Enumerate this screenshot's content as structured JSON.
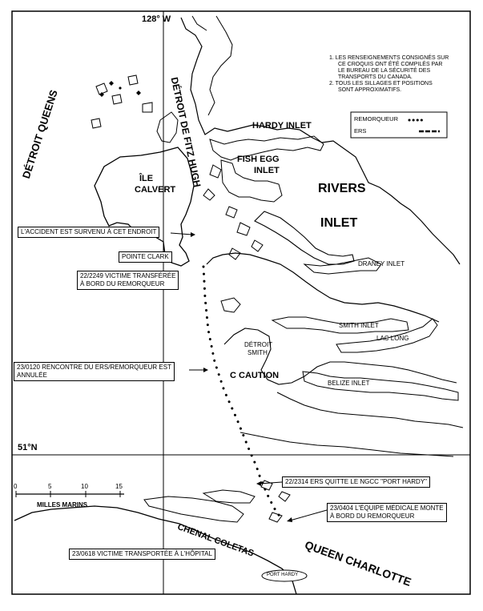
{
  "meridian": "128° W",
  "parallel": "51°N",
  "notes": [
    "1.  LES RENSEIGNEMENTS CONSIGNÉS SUR",
    "CE CROQUIS ONT ÉTÉ COMPILÉS PAR",
    "LE BUREAU DE LA SÉCURITÉ DES",
    "TRANSPORTS DU CANADA.",
    "2.  TOUS LES SILLAGES ET POSITIONS",
    "SONT APPROXIMATIFS."
  ],
  "legend": {
    "remorqueur": "REMORQUEUR",
    "ers": "ERS"
  },
  "place_names": {
    "detroit_queens": "DÉTROIT QUEENS",
    "detroit_fitz_hugh": "DÉTROIT DE FITZ HUGH",
    "hardy_inlet": "HARDY INLET",
    "fish_egg": "FISH EGG",
    "fish_egg_inlet": "INLET",
    "ile": "ÎLE",
    "calvert": "CALVERT",
    "rivers": "RIVERS",
    "rivers_inlet": "INLET",
    "draney_inlet": "DRANEY INLET",
    "smith_inlet": "SMITH INLET",
    "lac_long": "LAC LONG",
    "detroit": "DÉTROIT",
    "smith": "SMITH",
    "c_caution": "C CAUTION",
    "belize_inlet": "BELIZE INLET",
    "chenal_coletas": "CHENAL COLETAS",
    "queen_charlotte": "QUEEN  CHARLOTTE",
    "port_hardy": "PORT HARDY"
  },
  "callouts": {
    "accident": "L'ACCIDENT EST SURVENU À CET ENDROIT",
    "pointe_clark": "POINTE CLARK",
    "victime_transferee_1": "22/2249 VICTIME TRANSFÉRÉE",
    "victime_transferee_2": "À BORD DU REMORQUEUR",
    "rencontre_1": "23/0120 RENCONTRE DU ERS/REMORQUEUR EST",
    "rencontre_2": "ANNULÉE",
    "ers_quitte": "22/2314 ERS QUITTE LE NGCC \"PORT HARDY\"",
    "equipe_1": "23/0404 L'ÉQUIPE MÉDICALE MONTE",
    "equipe_2": "À BORD DU REMORQUEUR",
    "victime_hopital": "23/0618 VICTIME TRANSPORTÉE À L'HÔPITAL"
  },
  "scale": {
    "ticks": [
      "0",
      "5",
      "10",
      "15"
    ],
    "unit": "MILLES MARINS"
  }
}
